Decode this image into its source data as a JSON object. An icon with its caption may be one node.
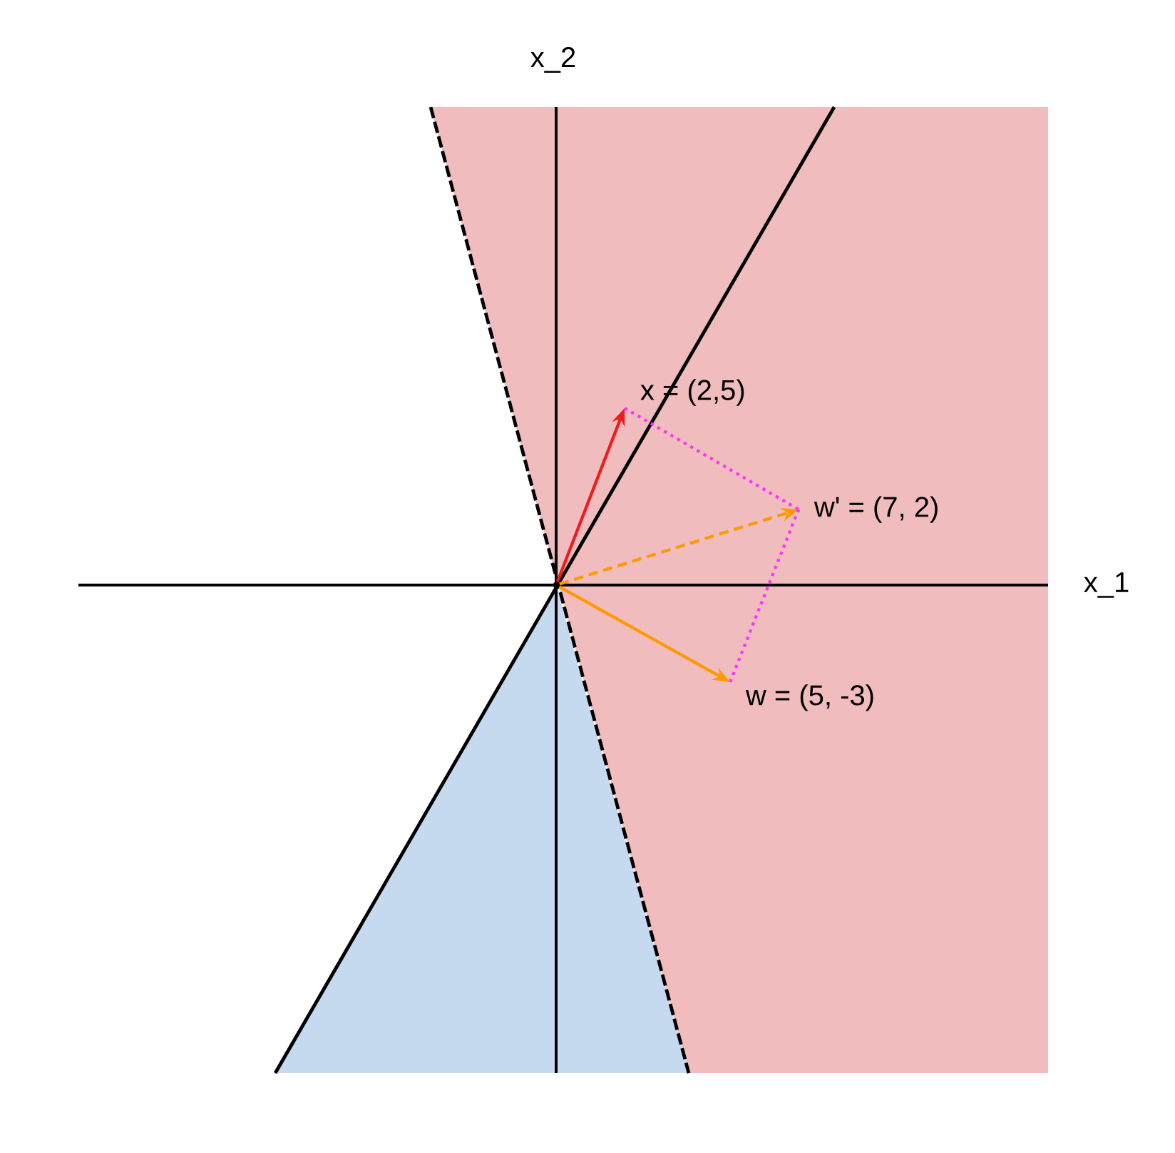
{
  "diagram": {
    "nodes": [
      {
        "text": [
          "x = (2,5)"
        ]
      },
      {
        "text": [
          "w' = (7, 2)"
        ]
      },
      {
        "text": [
          "w = (5, -3)"
        ]
      },
      {
        "text": [],
        "shape": "point"
      }
    ],
    "edges": [
      {
        "from": 3,
        "to": 0,
        "arrow": "to",
        "color": "#ee1c1c"
      },
      {
        "from": 0,
        "to": 1,
        "arrow": "none",
        "style": "dashed",
        "color": "#ff33ff"
      },
      {
        "from": 3,
        "to": 1,
        "arrow": "to",
        "style": "dashed",
        "color": "#ff9900"
      },
      {
        "from": 1,
        "to": 2,
        "arrow": "none",
        "style": "dashed",
        "color": "#ff33ff"
      },
      {
        "from": 3,
        "to": 2,
        "arrow": "to",
        "color": "#ff9900"
      }
    ],
    "labels": [
      "x_2",
      "x_1"
    ]
  }
}
